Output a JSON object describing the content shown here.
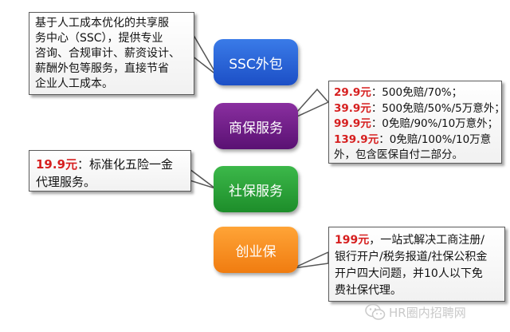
{
  "services": [
    {
      "id": "ssc",
      "label": "SSC外包",
      "color": "#2a63d6"
    },
    {
      "id": "shangbao",
      "label": "商保服务",
      "color": "#6e1d88"
    },
    {
      "id": "shebao",
      "label": "社保服务",
      "color": "#2aa53a"
    },
    {
      "id": "chuangye",
      "label": "创业保",
      "color": "#f7901e"
    }
  ],
  "callouts": {
    "ssc": {
      "lines": [
        "基于人工成本优化的共享服",
        "务中心（SSC），提供专业",
        "咨询、合规审计、薪资设计、",
        "薪酬外包等服务，直接节省",
        "企业人工成本。"
      ]
    },
    "shangbao": {
      "rows": [
        {
          "price": "29.9元",
          "text": "：500免赔/70%；"
        },
        {
          "price": "39.9元",
          "text": "：500免赔/50%/5万意外；"
        },
        {
          "price": "99.9元",
          "text": "：0免赔/90%/10万意外；"
        },
        {
          "price": "139.9元",
          "text": "：0免赔/100%/10万意"
        }
      ],
      "continuation": "外，包含医保自付二部分。"
    },
    "shebao": {
      "price": "19.9元",
      "text": "：标准化五险一金",
      "continuation": "代理服务。"
    },
    "chuangye": {
      "price": "199元",
      "text": "，一站式解决工商注册/",
      "lines": [
        "银行开户/税务报道/社保公积金",
        "开户四大问题，并10人以下免",
        "费社保代理。"
      ]
    }
  },
  "watermark": {
    "text": "HR圈内招聘网",
    "icon": "wechat-icon"
  },
  "colors": {
    "price_red": "#d61f1f",
    "connector": "#4a4a4a"
  }
}
